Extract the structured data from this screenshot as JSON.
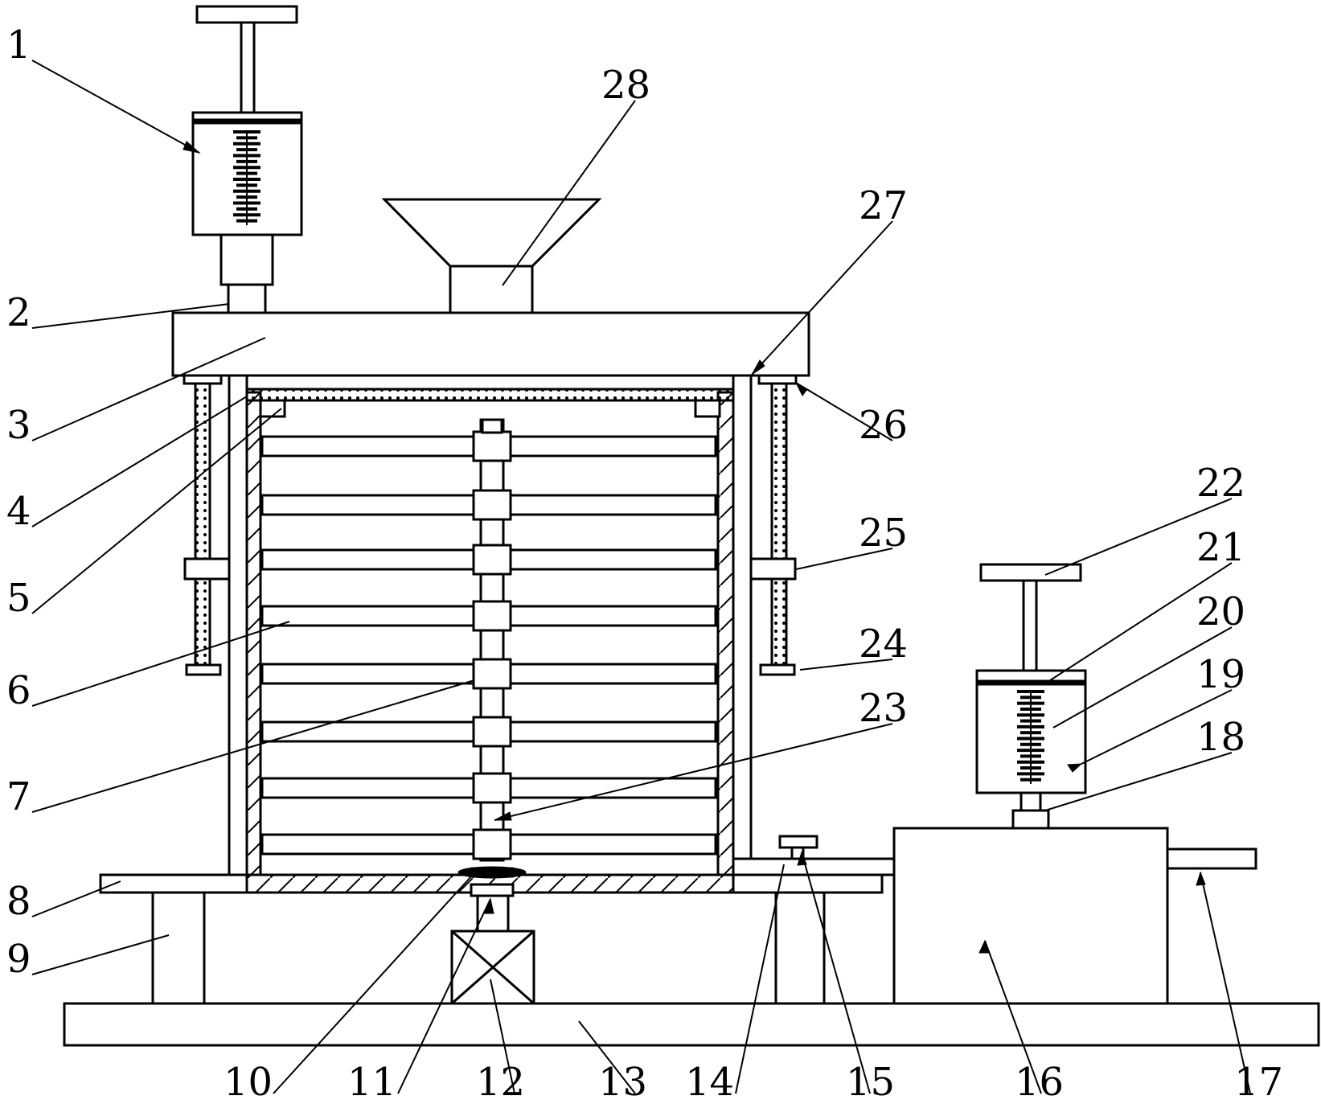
{
  "figure": {
    "callouts": [
      {
        "id": "1",
        "label": "1"
      },
      {
        "id": "2",
        "label": "2"
      },
      {
        "id": "3",
        "label": "3"
      },
      {
        "id": "4",
        "label": "4"
      },
      {
        "id": "5",
        "label": "5"
      },
      {
        "id": "6",
        "label": "6"
      },
      {
        "id": "7",
        "label": "7"
      },
      {
        "id": "8",
        "label": "8"
      },
      {
        "id": "9",
        "label": "9"
      },
      {
        "id": "10",
        "label": "10"
      },
      {
        "id": "11",
        "label": "11"
      },
      {
        "id": "12",
        "label": "12"
      },
      {
        "id": "13",
        "label": "13"
      },
      {
        "id": "14",
        "label": "14"
      },
      {
        "id": "15",
        "label": "15"
      },
      {
        "id": "16",
        "label": "16"
      },
      {
        "id": "17",
        "label": "17"
      },
      {
        "id": "18",
        "label": "18"
      },
      {
        "id": "19",
        "label": "19"
      },
      {
        "id": "20",
        "label": "20"
      },
      {
        "id": "21",
        "label": "21"
      },
      {
        "id": "22",
        "label": "22"
      },
      {
        "id": "23",
        "label": "23"
      },
      {
        "id": "24",
        "label": "24"
      },
      {
        "id": "25",
        "label": "25"
      },
      {
        "id": "26",
        "label": "26"
      },
      {
        "id": "27",
        "label": "27"
      },
      {
        "id": "28",
        "label": "28"
      }
    ]
  }
}
